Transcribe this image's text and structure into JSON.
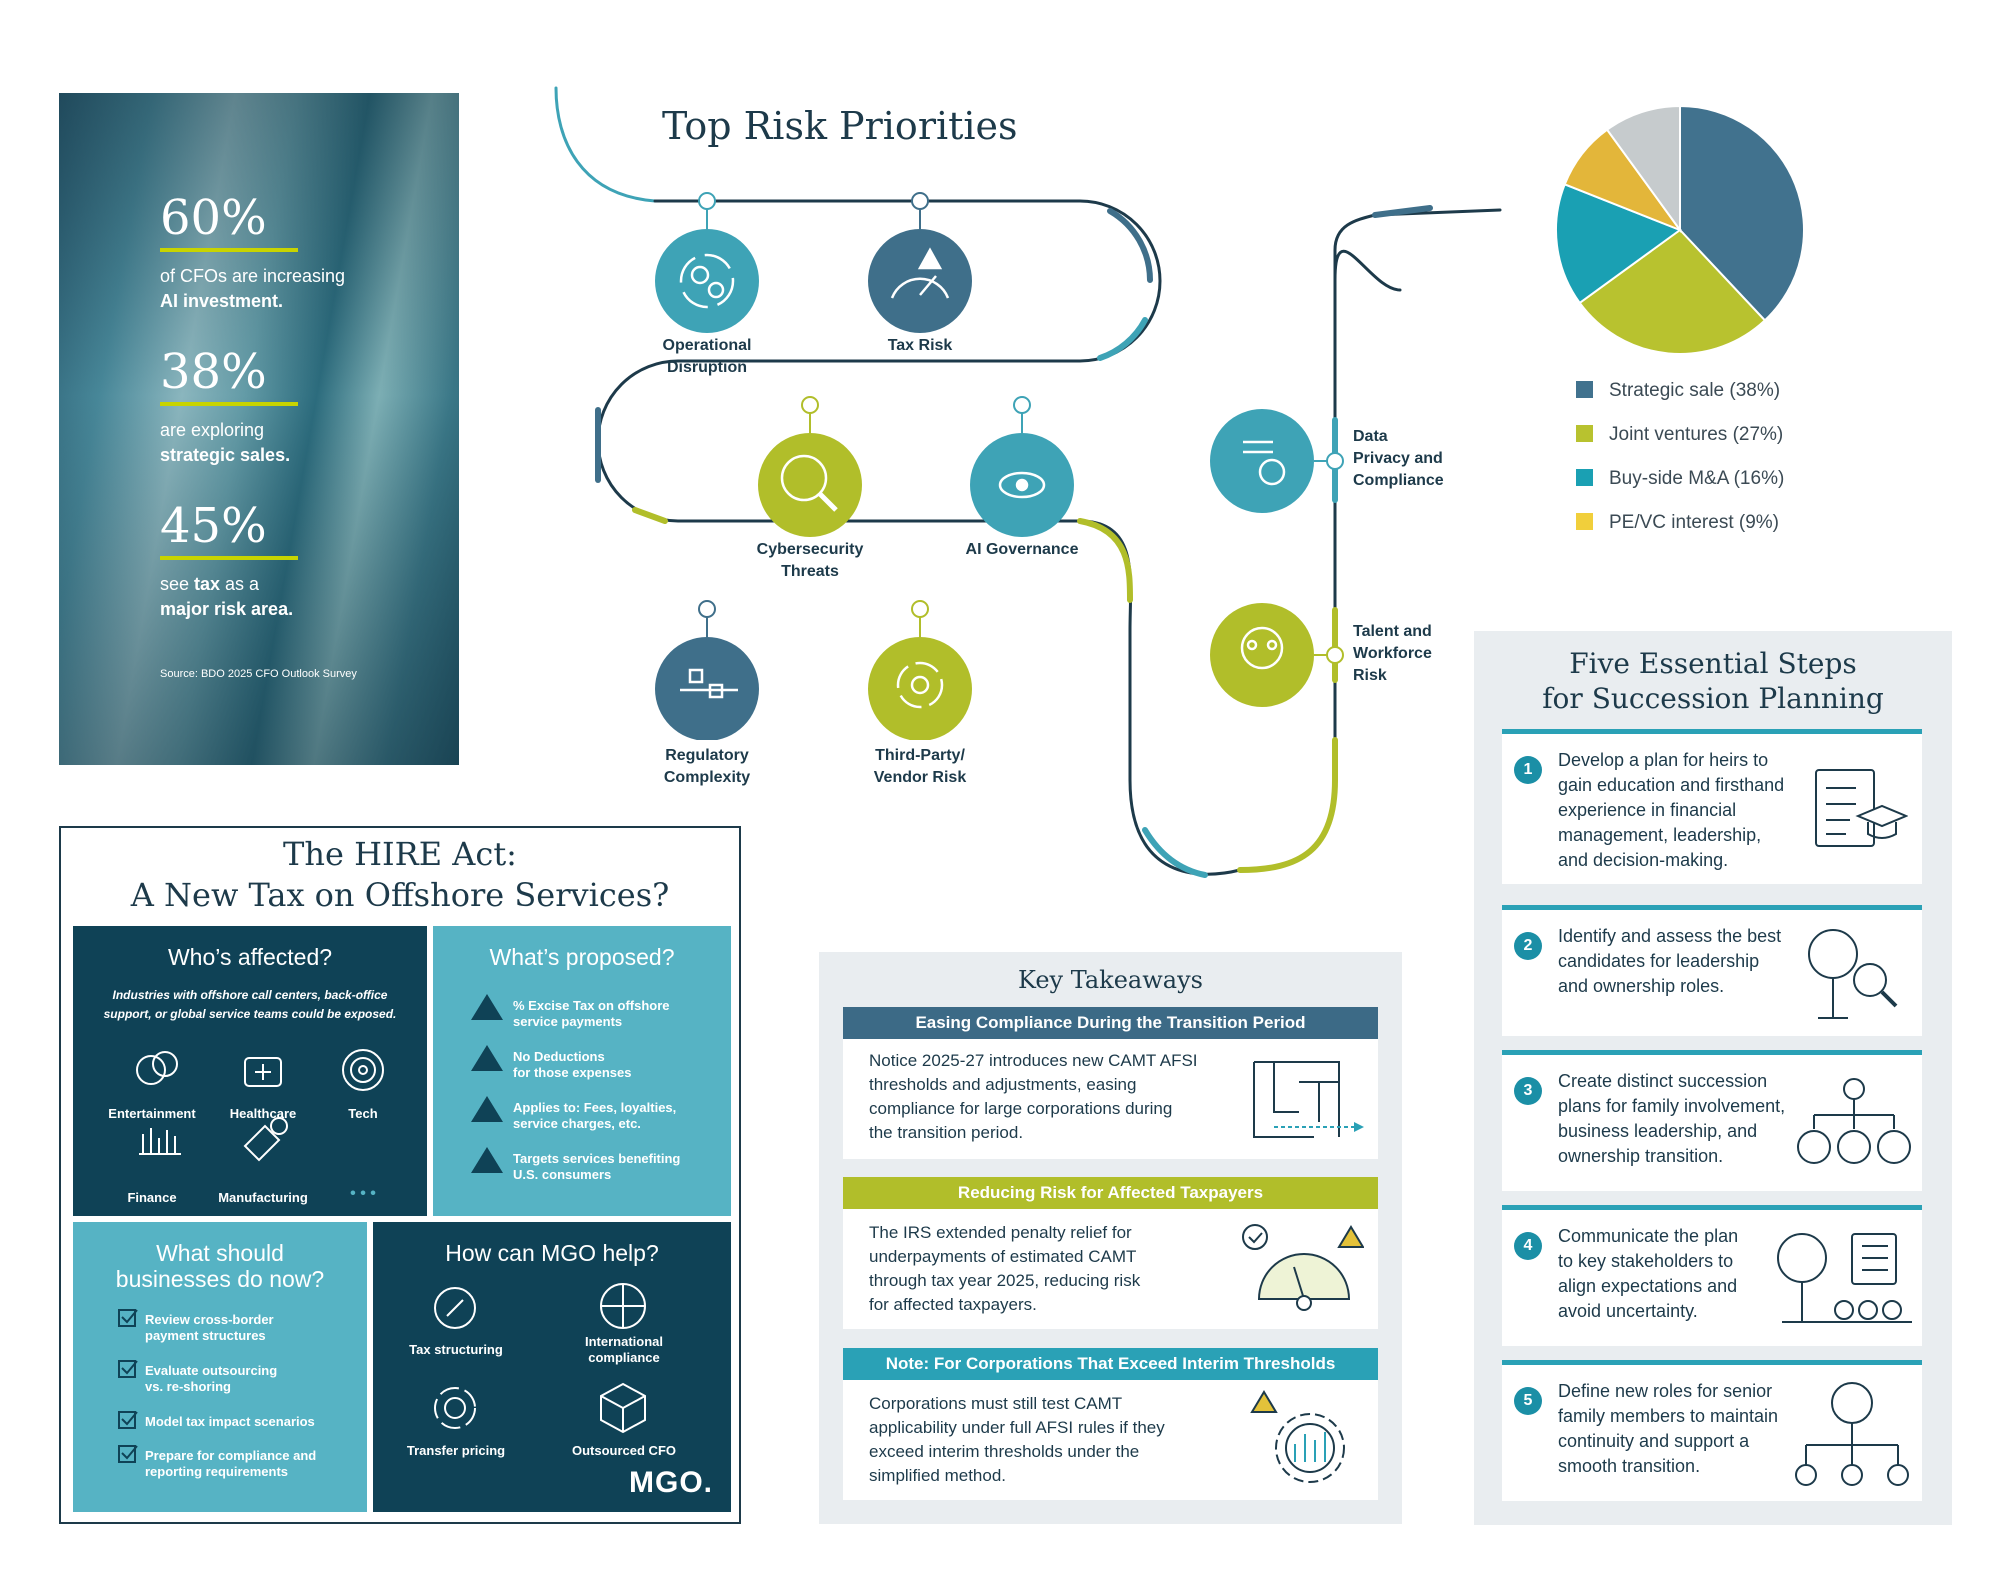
{
  "stats": {
    "items": [
      {
        "value": "60%",
        "line1": "of CFOs are increasing",
        "line2": "AI investment."
      },
      {
        "value": "38%",
        "line1": "are exploring",
        "line2": "strategic sales."
      },
      {
        "value": "45%",
        "line1_pre": "see ",
        "line1_bold": "tax",
        "line1_post": " as a",
        "line2": "major risk area."
      }
    ],
    "source": "Source: BDO 2025 CFO Outlook Survey"
  },
  "risk": {
    "title": "Top Risk Priorities",
    "items": [
      {
        "label1": "Operational",
        "label2": "Disruption",
        "icon": "gears-cycle-icon"
      },
      {
        "label1": "Tax Risk",
        "label2": "",
        "icon": "gauge-warning-icon"
      },
      {
        "label1": "Cybersecurity",
        "label2": "Threats",
        "icon": "bug-magnifier-icon"
      },
      {
        "label1": "AI Governance",
        "label2": "",
        "icon": "eye-network-icon"
      },
      {
        "label1": "Regulatory",
        "label2": "Complexity",
        "icon": "flowchart-icon"
      },
      {
        "label1": "Third-Party/",
        "label2": "Vendor Risk",
        "icon": "cycle-warning-icon"
      },
      {
        "label1": "Data",
        "label2": "Privacy and",
        "label3": "Compliance",
        "icon": "binary-shield-icon"
      },
      {
        "label1": "Talent and",
        "label2": "Workforce",
        "label3": "Risk",
        "icon": "people-warning-icon"
      }
    ],
    "colors": {
      "navy": "#1d3a4a",
      "teal": "#3ea3b6",
      "slate": "#3f6f8a",
      "lime": "#b1be2a"
    }
  },
  "chart_data": {
    "type": "pie",
    "categories": [
      "Strategic sale (38%)",
      "Joint ventures (27%)",
      "Buy-side M&A (16%)",
      "PE/VC interest (9%)",
      ""
    ],
    "values": [
      38,
      27,
      16,
      9,
      10
    ],
    "colors": [
      "#41728e",
      "#b8c22f",
      "#1aa0b3",
      "#e3b63a",
      "#c6cbcd"
    ],
    "legend": "right-below"
  },
  "hire": {
    "title1": "The HIRE Act:",
    "title2": "A New Tax on Offshore Services?",
    "who": {
      "title": "Who’s affected?",
      "subtitle1": "Industries with offshore call centers, back-office",
      "subtitle2": "support, or global service teams could be exposed.",
      "industries": [
        "Entertainment",
        "Healthcare",
        "Tech",
        "Finance",
        "Manufacturing"
      ],
      "more": "• • •"
    },
    "what": {
      "title": "What’s proposed?",
      "items": [
        {
          "l1": "% Excise Tax on offshore",
          "l2": "service payments"
        },
        {
          "l1": "No Deductions",
          "l2": "for those expenses"
        },
        {
          "l1": "Applies to: Fees, loyalties,",
          "l2": "service charges, etc."
        },
        {
          "l1": "Targets services benefiting",
          "l2": "U.S. consumers"
        }
      ]
    },
    "should": {
      "title1": "What should",
      "title2": "businesses do now?",
      "items": [
        {
          "l1": "Review cross-border",
          "l2": "payment structures"
        },
        {
          "l1": "Evaluate outsourcing",
          "l2": "vs. re-shoring"
        },
        {
          "l1": "Model tax impact scenarios",
          "l2": ""
        },
        {
          "l1": "Prepare for compliance and",
          "l2": "reporting requirements"
        }
      ]
    },
    "help": {
      "title": "How can MGO help?",
      "services": [
        {
          "l1": "Tax structuring",
          "l2": ""
        },
        {
          "l1": "International",
          "l2": "compliance"
        },
        {
          "l1": "Transfer pricing",
          "l2": ""
        },
        {
          "l1": "Outsourced CFO",
          "l2": ""
        }
      ],
      "logo": "MGO."
    },
    "colors": {
      "dark": "#0f4256",
      "light": "#56b3c4"
    }
  },
  "takeaways": {
    "title": "Key Takeaways",
    "sections": [
      {
        "header": "Easing Compliance During the Transition Period",
        "color": "#3c6a86",
        "lines": [
          "Notice 2025-27 introduces new CAMT AFSI",
          "thresholds and adjustments, easing",
          "compliance for large corporations during",
          "the transition period."
        ],
        "icon": "maze-icon"
      },
      {
        "header": "Reducing Risk for Affected Taxpayers",
        "color": "#b1be2a",
        "lines": [
          "The IRS extended penalty relief for",
          "underpayments of estimated CAMT",
          "through tax year 2025, reducing risk",
          "for affected taxpayers."
        ],
        "icon": "gauge-check-warning-icon"
      },
      {
        "header": "Note: For Corporations That Exceed Interim Thresholds",
        "color": "#2aa1b6",
        "lines": [
          "Corporations must still test CAMT",
          "applicability under full AFSI rules if they",
          "exceed interim thresholds under the",
          "simplified method."
        ],
        "icon": "gear-chart-warning-icon"
      }
    ]
  },
  "steps": {
    "title1": "Five Essential Steps",
    "title2": "for Succession Planning",
    "items": [
      {
        "n": "1",
        "lines": [
          "Develop a plan for heirs to",
          "gain education and firsthand",
          "experience in financial",
          "management, leadership,",
          "and decision-making."
        ],
        "icon": "checklist-graduation-icon"
      },
      {
        "n": "2",
        "lines": [
          "Identify and assess the best",
          "candidates for leadership",
          "and ownership roles."
        ],
        "icon": "tree-magnifier-icon"
      },
      {
        "n": "3",
        "lines": [
          "Create distinct succession",
          "plans for family involvement,",
          "business leadership, and",
          "ownership transition."
        ],
        "icon": "apple-hierarchy-icon"
      },
      {
        "n": "4",
        "lines": [
          "Communicate the plan",
          "to key stakeholders to",
          "align expectations and",
          "avoid uncertainty."
        ],
        "icon": "tree-list-icon"
      },
      {
        "n": "5",
        "lines": [
          "Define new roles for senior",
          "family members to maintain",
          "continuity and support a",
          "smooth transition."
        ],
        "icon": "apple-org-icon"
      }
    ]
  }
}
